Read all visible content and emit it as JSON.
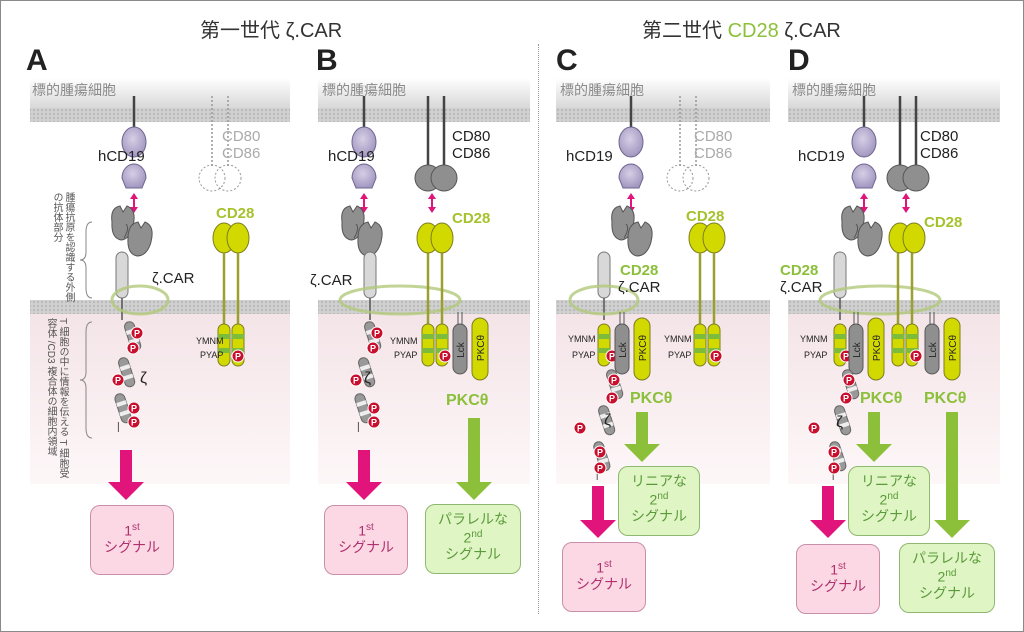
{
  "titles": {
    "gen1": {
      "prefix": "第一世代 ",
      "suffix": "ζ.CAR"
    },
    "gen2": {
      "prefix": "第二世代 ",
      "highlight": "CD28",
      "suffix": " ζ.CAR"
    }
  },
  "colors": {
    "accent_green": "#8cc03a",
    "cd28_yellow": "#d2d900",
    "signal_pink": "#e0147a",
    "phospho_red": "#c8102e",
    "cd19_purple": "#a99cc4"
  },
  "side_labels": {
    "extracellular": "腫瘍抗原を認識する外側の抗体部分",
    "intracellular": "T 細胞の中に情報を伝える T 細胞受容体 /CD3 複合体の細胞内領域"
  },
  "panels": [
    {
      "letter": "A",
      "target_cell": "標的腫瘍細胞",
      "hcd19": "hCD19",
      "cd80": "CD80",
      "cd86": "CD86",
      "ligand_state": "absent",
      "car": "ζ.CAR",
      "cd28": "CD28",
      "ymnm": "YMNM",
      "pyap": "PYAP",
      "zeta": "ζ",
      "phospho": "P",
      "signals": [
        {
          "num": "1",
          "sup": "st",
          "prefix": "",
          "label": "シグナル",
          "kind": "first"
        }
      ]
    },
    {
      "letter": "B",
      "target_cell": "標的腫瘍細胞",
      "hcd19": "hCD19",
      "cd80": "CD80",
      "cd86": "CD86",
      "ligand_state": "present",
      "car": "ζ.CAR",
      "cd28": "CD28",
      "ymnm": "YMNM",
      "pyap": "PYAP",
      "zeta": "ζ",
      "lck": "Lck",
      "pkc": "PKCθ",
      "phospho": "P",
      "signals": [
        {
          "num": "1",
          "sup": "st",
          "prefix": "",
          "label": "シグナル",
          "kind": "first"
        },
        {
          "num": "2",
          "sup": "nd",
          "prefix": "パラレルな",
          "label": "シグナル",
          "kind": "parallel"
        }
      ]
    },
    {
      "letter": "C",
      "target_cell": "標的腫瘍細胞",
      "hcd19": "hCD19",
      "cd80": "CD80",
      "cd86": "CD86",
      "ligand_state": "absent",
      "car_cd28": "CD28",
      "car": "ζ.CAR",
      "cd28": "CD28",
      "ymnm": "YMNM",
      "pyap": "PYAP",
      "zeta": "ζ",
      "lck": "Lck",
      "pkc": "PKCθ",
      "phospho": "P",
      "signals": [
        {
          "num": "2",
          "sup": "nd",
          "prefix": "リニアな",
          "label": "シグナル",
          "kind": "linear"
        },
        {
          "num": "1",
          "sup": "st",
          "prefix": "",
          "label": "シグナル",
          "kind": "first"
        }
      ]
    },
    {
      "letter": "D",
      "target_cell": "標的腫瘍細胞",
      "hcd19": "hCD19",
      "cd80": "CD80",
      "cd86": "CD86",
      "ligand_state": "present",
      "car_cd28": "CD28",
      "car": "ζ.CAR",
      "cd28": "CD28",
      "ymnm": "YMNM",
      "pyap": "PYAP",
      "zeta": "ζ",
      "lck": "Lck",
      "pkc": "PKCθ",
      "pkc2": "PKCθ",
      "phospho": "P",
      "signals": [
        {
          "num": "2",
          "sup": "nd",
          "prefix": "リニアな",
          "label": "シグナル",
          "kind": "linear"
        },
        {
          "num": "1",
          "sup": "st",
          "prefix": "",
          "label": "シグナル",
          "kind": "first"
        },
        {
          "num": "2",
          "sup": "nd",
          "prefix": "パラレルな",
          "label": "シグナル",
          "kind": "parallel"
        }
      ]
    }
  ]
}
